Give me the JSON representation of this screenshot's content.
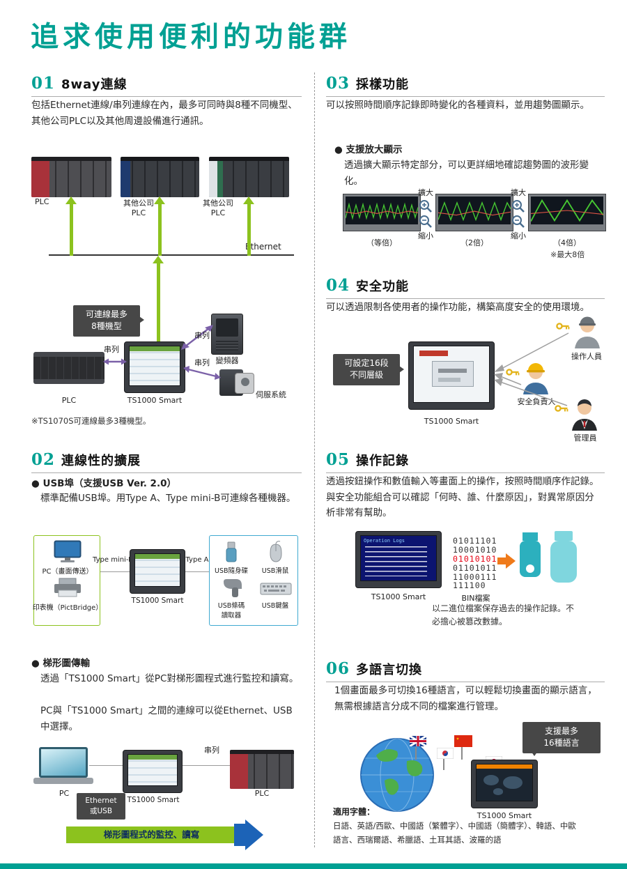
{
  "page": {
    "title": "追求使用便利的功能群"
  },
  "colors": {
    "accent": "#00A093",
    "green": "#8CC21E",
    "purple": "#7B61A8",
    "blue": "#1C63B7",
    "badge": "#474747"
  },
  "s01": {
    "num": "01",
    "title": "8way連線",
    "body": "包括Ethernet連線/串列連線在內，最多可同時與8種不同機型、其他公司PLC以及其他周邊設備進行通訊。",
    "plc": "PLC",
    "other_l1": "其他公司",
    "other_l2": "PLC",
    "ethernet": "Ethernet",
    "badge_l1": "可連線最多",
    "badge_l2": "8種機型",
    "serial": "串列",
    "inverter": "變頻器",
    "servo": "伺服系統",
    "plc_small": "PLC",
    "ts": "TS1000 Smart",
    "note": "※TS1070S可連線最多3種機型。"
  },
  "s02": {
    "num": "02",
    "title": "連線性的擴展",
    "bullet1": "● USB埠（支援USB Ver. 2.0）",
    "body1": "標準配備USB埠。用Type A、Type mini-B可連線各種機器。",
    "pc_label": "PC（畫面傳送）",
    "printer_label": "印表機（PictBridge）",
    "type_minib": "Type mini-B",
    "type_a": "Type A",
    "ts": "TS1000 Smart",
    "usb_flash": "USB隨身碟",
    "usb_mouse": "USB滑鼠",
    "usb_scanner_l1": "USB條碼",
    "usb_scanner_l2": "讀取器",
    "usb_keyboard": "USB鍵盤",
    "bullet2": "● 梯形圖傳輸",
    "body2": "透過「TS1000 Smart」從PC對梯形圖程式進行監控和讀寫。",
    "body3": "PC與「TS1000 Smart」之間的連線可以從Ethernet、USB中選擇。",
    "pc": "PC",
    "eth_l1": "Ethernet",
    "eth_l2": "或USB",
    "ts2": "TS1000 Smart",
    "serial": "串列",
    "plc": "PLC",
    "banner": "梯形圖程式的監控、讀寫"
  },
  "s03": {
    "num": "03",
    "title": "採樣功能",
    "body": "可以按照時間順序記錄即時變化的各種資料，並用趨勢圖顯示。",
    "bullet": "● 支援放大顯示",
    "body2": "透過擴大顯示特定部分，可以更詳細地確認趨勢圖的波形變化。",
    "zoom_in": "擴大",
    "zoom_out": "縮小",
    "cap1": "（等倍）",
    "cap2": "（2倍）",
    "cap3": "（4倍）",
    "note": "※最大8倍"
  },
  "s04": {
    "num": "04",
    "title": "安全功能",
    "body": "可以透過限制各使用者的操作功能，構築高度安全的使用環境。",
    "badge_l1": "可設定16段",
    "badge_l2": "不同層級",
    "ts": "TS1000 Smart",
    "operator": "操作人員",
    "safety": "安全負責人",
    "admin": "管理員"
  },
  "s05": {
    "num": "05",
    "title": "操作記錄",
    "body": "透過按鈕操作和數值輸入等畫面上的操作，按照時間順序作記錄。與安全功能組合可以確認「何時、誰、什麼原因」，對異常原因分析非常有幫助。",
    "ts": "TS1000 Smart",
    "screen_title": "Operation Logs",
    "bin_caption": "BIN檔案",
    "bin_lines": [
      "01011101",
      "10001010",
      "01010101",
      "01101011",
      "11000111",
      "111100"
    ],
    "note": "以二進位檔案保存過去的操作記錄。不必擔心被篡改數據。"
  },
  "s06": {
    "num": "06",
    "title": "多語言切換",
    "body": "1個畫面最多可切換16種語言，可以輕鬆切換畫面的顯示語言，無需根據語言分成不同的檔案進行管理。",
    "badge_l1": "支援最多",
    "badge_l2": "16種語言",
    "ts": "TS1000 Smart",
    "fonts_title": "適用字體：",
    "fonts_body": "日語、英語/西歐、中國語（繁體字）、中國語（簡體字）、韓語、中歐語言、西瑞爾語、希臘語、土耳其語、波羅的語"
  }
}
